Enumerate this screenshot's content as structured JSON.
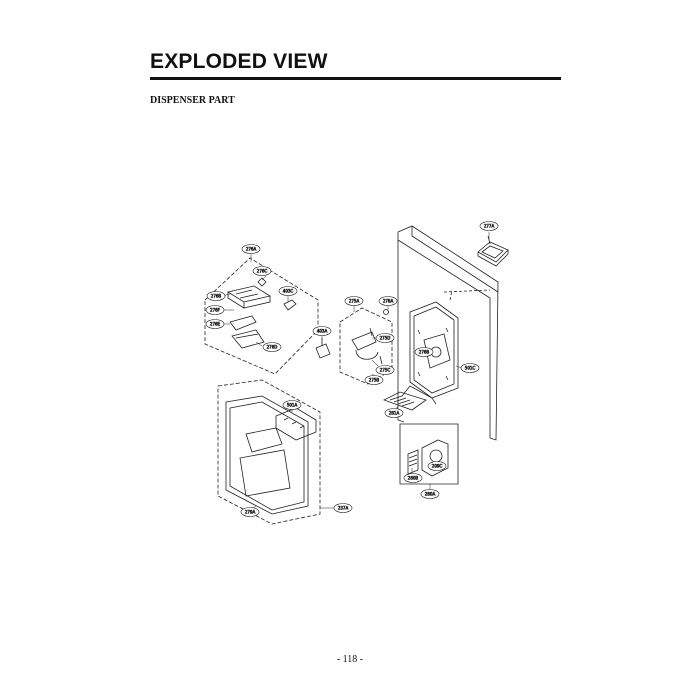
{
  "page": {
    "title": "EXPLODED VIEW",
    "section": "DISPENSER PART",
    "page_number": "- 118 -"
  },
  "callouts": [
    {
      "id": "c277A",
      "text": "277A"
    },
    {
      "id": "c276A",
      "text": "276A"
    },
    {
      "id": "c276C",
      "text": "276C"
    },
    {
      "id": "c403C",
      "text": "403C"
    },
    {
      "id": "c276B",
      "text": "276B"
    },
    {
      "id": "c276F",
      "text": "276F"
    },
    {
      "id": "c276E",
      "text": "276E"
    },
    {
      "id": "c276D",
      "text": "276D"
    },
    {
      "id": "c275A",
      "text": "275A"
    },
    {
      "id": "c278A",
      "text": "278A"
    },
    {
      "id": "c403A",
      "text": "403A"
    },
    {
      "id": "c275D",
      "text": "275D"
    },
    {
      "id": "c275C",
      "text": "275C"
    },
    {
      "id": "c275B",
      "text": "275B"
    },
    {
      "id": "c276B2",
      "text": "276B"
    },
    {
      "id": "c501C",
      "text": "501C"
    },
    {
      "id": "c281A",
      "text": "281A"
    },
    {
      "id": "c501A",
      "text": "501A"
    },
    {
      "id": "c209C",
      "text": "209C"
    },
    {
      "id": "c280B",
      "text": "280B"
    },
    {
      "id": "c280A",
      "text": "280A"
    },
    {
      "id": "c237A",
      "text": "237A"
    },
    {
      "id": "c279A",
      "text": "279A"
    }
  ]
}
